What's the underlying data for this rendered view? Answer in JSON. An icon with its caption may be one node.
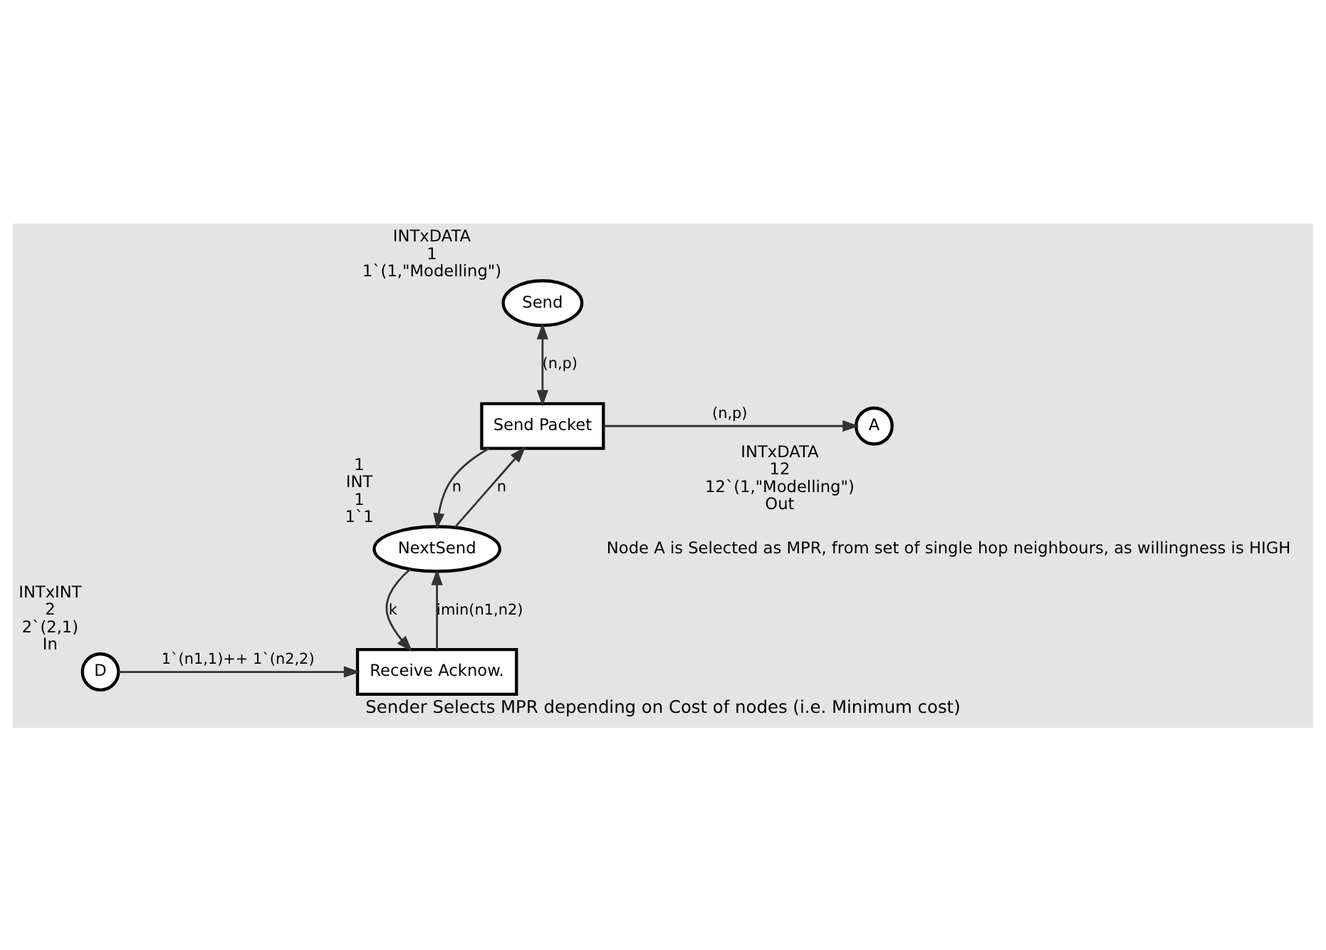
{
  "diagram": {
    "caption": "Sender Selects MPR depending on Cost of nodes (i.e. Minimum cost)",
    "nodes": [
      {
        "text": [
          "Send"
        ],
        "beside": [
          "INTxDATA",
          "1",
          "1`(1,\"Modelling\")"
        ]
      },
      {
        "text": [
          "Send Packet"
        ]
      },
      {
        "text": [
          "A"
        ],
        "beside": [
          "INTxDATA",
          "12",
          "12`(1,\"Modelling\")",
          "Out"
        ]
      },
      {
        "text": [
          "NextSend"
        ],
        "beside": [
          "1",
          "INT",
          "1",
          "1`1"
        ]
      },
      {
        "text": [
          "Receive Acknow."
        ]
      },
      {
        "text": [
          "D"
        ],
        "beside": [
          "INTxINT",
          "2",
          "2`(2,1)",
          "In"
        ]
      }
    ],
    "edges": [
      {
        "from": 0,
        "to": 1,
        "arrow": "both",
        "label": "(n,p)"
      },
      {
        "from": 1,
        "to": 2,
        "arrow": "to",
        "label": "(n,p)"
      },
      {
        "from": 3,
        "to": 1,
        "arrow": "to",
        "label": "n"
      },
      {
        "from": 1,
        "to": 3,
        "arrow": "to",
        "label": "n"
      },
      {
        "from": 3,
        "to": 4,
        "arrow": "to",
        "label": "k"
      },
      {
        "from": 4,
        "to": 3,
        "arrow": "to",
        "label": "imin(n1,n2)"
      },
      {
        "from": 5,
        "to": 4,
        "arrow": "to",
        "label": "1`(n1,1)++ 1`(n2,2)"
      }
    ],
    "labels": [
      "Node A is Selected as MPR, from set of single hop neighbours, as willingness is HIGH"
    ]
  }
}
